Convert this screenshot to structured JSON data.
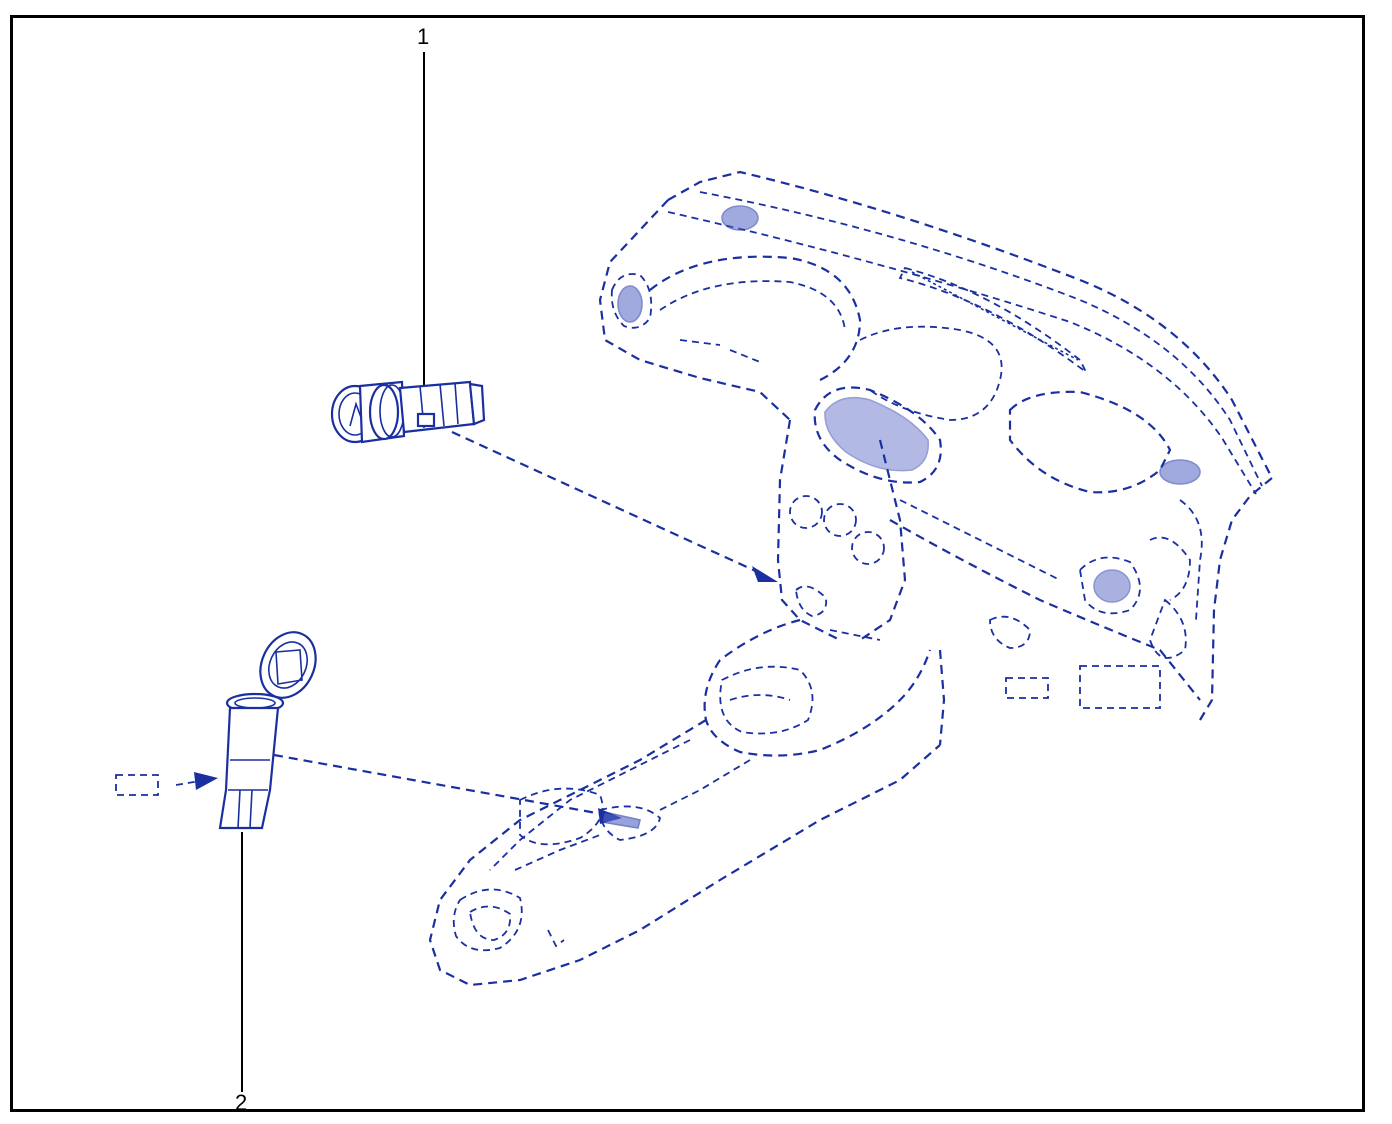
{
  "callouts": [
    {
      "id": "1",
      "label": "1"
    },
    {
      "id": "2",
      "label": "2"
    }
  ],
  "colors": {
    "ink": "#1a2fa0",
    "ink_light": "#5566c4",
    "frame": "#000000",
    "background": "#ffffff"
  },
  "icons": {
    "part_1": "cigarette-lighter-icon",
    "part_2": "power-socket-icon",
    "assembly": "dashboard-console-icon"
  }
}
